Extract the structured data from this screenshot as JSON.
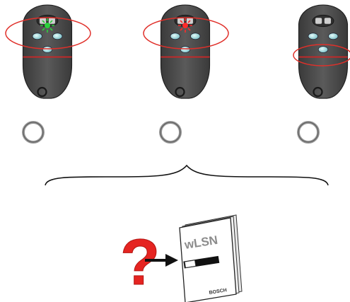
{
  "colors": {
    "highlight_ellipse": "#e0302a",
    "fob_body": "#4a4a4a",
    "fob_edge": "#222222",
    "red_stripe": "#c62828",
    "button_teal": "#9fd3d7",
    "led_green": "#2bd13a",
    "led_red": "#ff2a2a",
    "question_mark": "#e52421",
    "manual_text": "#8c8c8c"
  },
  "fobs": [
    {
      "name": "fob-green-led",
      "led": "green",
      "highlight": "top"
    },
    {
      "name": "fob-red-led",
      "led": "red",
      "highlight": "top"
    },
    {
      "name": "fob-middle-buttons",
      "led": "none",
      "highlight": "middle"
    }
  ],
  "question_mark": "?",
  "manual": {
    "title": "wLSN",
    "brand": "BOSCH"
  }
}
